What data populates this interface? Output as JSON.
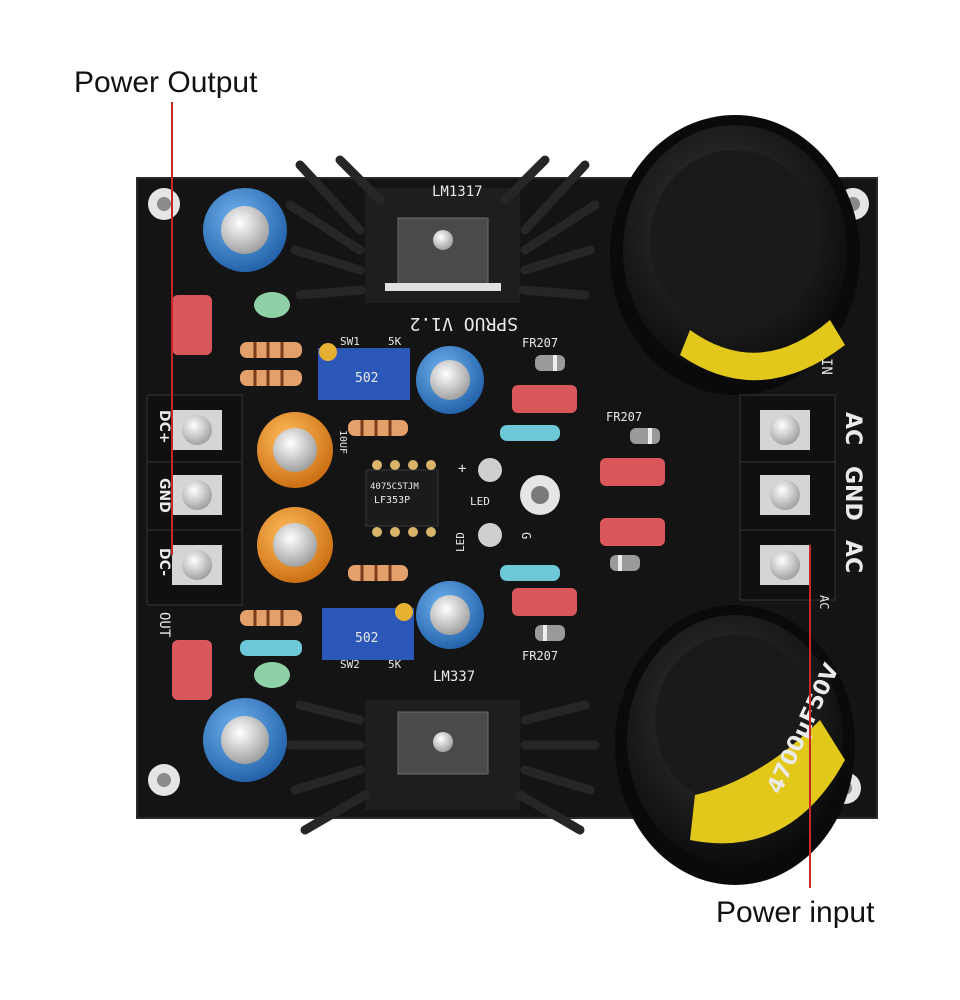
{
  "callouts": {
    "power_output": "Power Output",
    "power_input": "Power input"
  },
  "silkscreen": {
    "reg_top": "LM1317",
    "reg_bottom": "LM337",
    "version": "SPRUO V1.2",
    "sw1": "SW1",
    "sw2": "SW2",
    "pot_value_top": "5K",
    "pot_value_bottom": "5K",
    "diode_top_1": "FR207",
    "diode_top_2": "FR207",
    "diode_bottom": "FR207",
    "cap_label": "10UF",
    "led_plus": "LED",
    "led_minus": "LED",
    "plus_sign": "+",
    "g_mark": "G",
    "in_mark": "IN",
    "term_ac_1": "AC",
    "term_gnd": "GND",
    "term_ac_2": "AC",
    "term_ac_3": "AC",
    "out_left_top": "DC+",
    "out_left_gnd": "GND",
    "out_left_bottom": "DC-",
    "out_mark": "OUT",
    "ic_line1": "4075C5TJM",
    "ic_line2": "LF353P",
    "big_cap_value": "4700µF50V",
    "pot_code_top": "502",
    "pot_code_bottom": "502"
  },
  "colors": {
    "pcb": "#141414",
    "callout_line": "#c62828",
    "heatsink": "#1c1c1c",
    "cap_blue": "#2f77c4",
    "cap_orange": "#e88a1a",
    "film_cap": "#d9565a",
    "pot_blue": "#2a57b8"
  }
}
